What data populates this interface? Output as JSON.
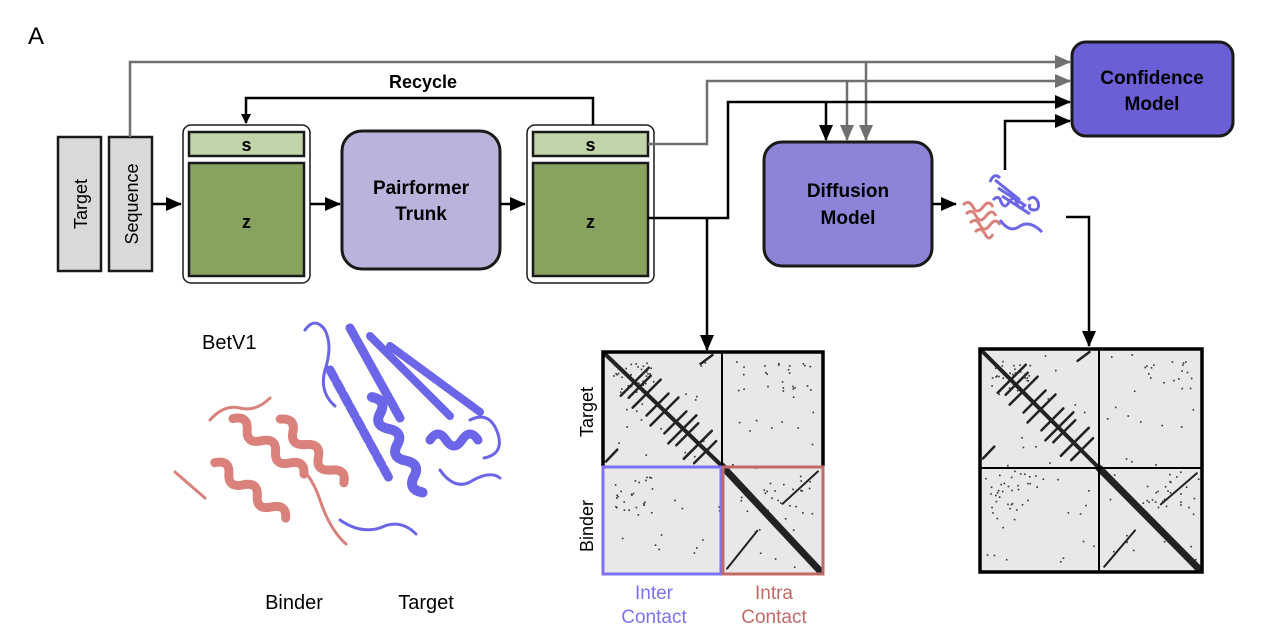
{
  "panel_label": "A",
  "inputs": {
    "target": "Target",
    "sequence": "Sequence"
  },
  "recycle_label": "Recycle",
  "representation_1": {
    "single": "s",
    "pair": "z"
  },
  "pairformer": {
    "line1": "Pairformer",
    "line2": "Trunk"
  },
  "representation_2": {
    "single": "s",
    "pair": "z"
  },
  "diffusion": {
    "line1": "Diffusion",
    "line2": "Model"
  },
  "confidence": {
    "line1": "Confidence",
    "line2": "Model"
  },
  "structure": {
    "title": "BetV1",
    "binder_label": "Binder",
    "target_label": "Target"
  },
  "contact_map_trunk": {
    "row_labels": [
      "Target",
      "Binder"
    ],
    "inter_label_1": "Inter",
    "inter_label_2": "Contact",
    "intra_label_1": "Intra",
    "intra_label_2": "Contact"
  },
  "colors": {
    "input_box": "#d9d9d9",
    "single_repr": "#c1d3a8",
    "pair_repr": "#87a35f",
    "pairformer": "#b9b4dc",
    "diffusion": "#8c84d8",
    "confidence": "#6a5fd4",
    "target_protein": "#6b66e8",
    "binder_protein": "#d9817a",
    "inter_border": "#7a72f0",
    "intra_border": "#c06a66",
    "grey_arrow": "#707070",
    "map_bg": "#e8e8e8"
  }
}
